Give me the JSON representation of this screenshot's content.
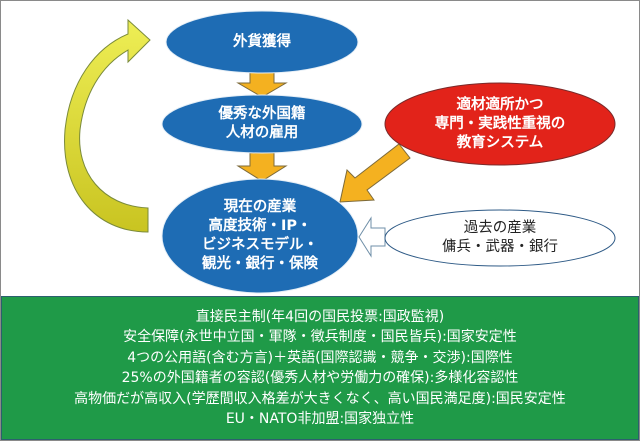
{
  "nodes": {
    "foreign_currency": {
      "lines": [
        "外貨獲得"
      ]
    },
    "foreign_talent": {
      "lines": [
        "優秀な外国籍",
        "人材の雇用"
      ]
    },
    "current_industry": {
      "lines": [
        "現在の産業",
        "高度技術・IP・",
        "ビジネスモデル・",
        "観光・銀行・保険"
      ]
    },
    "education": {
      "lines": [
        "適材適所かつ",
        "専門・実践性重視の",
        "教育システム"
      ]
    },
    "past_industry": {
      "lines": [
        "過去の産業",
        "傭兵・武器・銀行"
      ]
    }
  },
  "factors": [
    "直接民主制(年4回の国民投票:国政監視)",
    "安全保障(永世中立国・軍隊・徴兵制度・国民皆兵):国家安定性",
    "4つの公用語(含む方言)＋英語(国際認識・競争・交渉):国際性",
    "25%の外国籍者の容認(優秀人材や労働力の確保):多様化容認性",
    "高物価だが高収入(学歴間収入格差が大きくなく、高い国民満足度):国民安定性",
    "EU・NATO非加盟:国家独立性"
  ],
  "colors": {
    "blue": "#1e6cb4",
    "red": "#e2231a",
    "orange": "#f4b120",
    "yellow": "#e3e33a",
    "green": "#1f9a48"
  }
}
